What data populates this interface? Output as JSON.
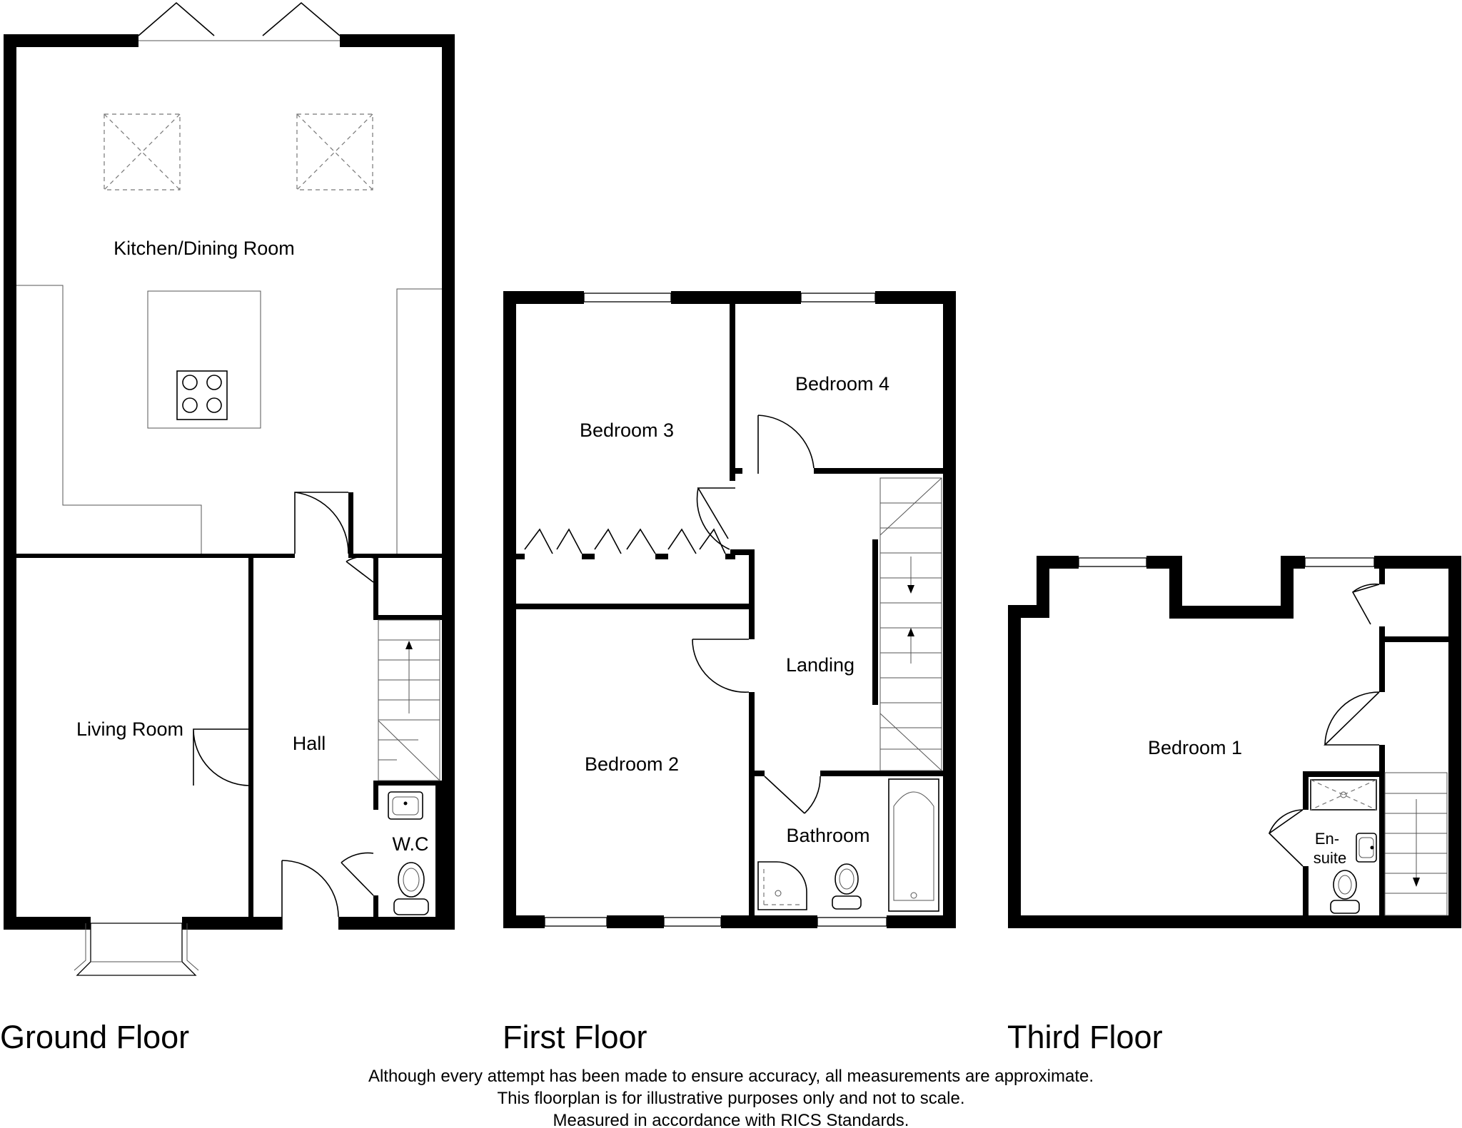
{
  "floors": {
    "ground": {
      "title": "Ground Floor",
      "rooms": {
        "kitchen_dining": "Kitchen/Dining Room",
        "living_room": "Living Room",
        "hall": "Hall",
        "wc": "W.C"
      }
    },
    "first": {
      "title": "First Floor",
      "rooms": {
        "bedroom3": "Bedroom 3",
        "bedroom4": "Bedroom 4",
        "landing": "Landing",
        "bedroom2": "Bedroom 2",
        "bathroom": "Bathroom"
      }
    },
    "third": {
      "title": "Third Floor",
      "rooms": {
        "bedroom1": "Bedroom 1",
        "ensuite_line1": "En-",
        "ensuite_line2": "suite"
      }
    }
  },
  "disclaimer": {
    "line1": "Although every attempt has been made to ensure accuracy, all measurements are approximate.",
    "line2": "This floorplan is for illustrative purposes only and not to scale.",
    "line3": "Measured in accordance with RICS Standards."
  },
  "colors": {
    "wall": "#000000",
    "background": "#ffffff",
    "fixture_line": "#555555"
  }
}
